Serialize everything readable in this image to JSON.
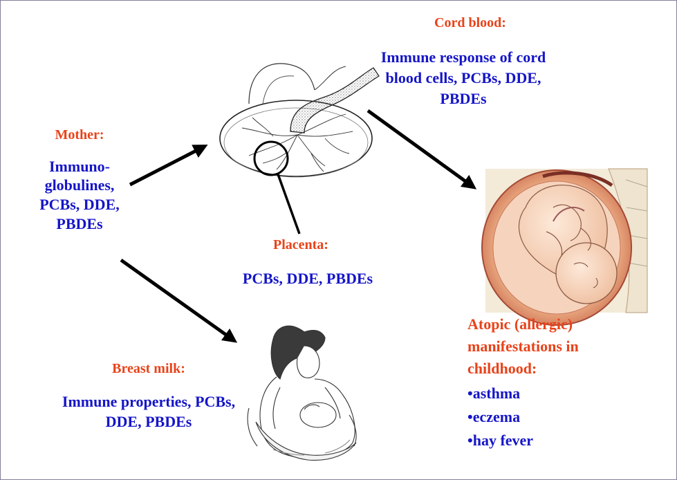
{
  "colors": {
    "heading": "#e8431a",
    "body": "#1515c8",
    "arrow": "#000000",
    "frame": "#7f7f9a"
  },
  "icons": [
    "placenta-illustration",
    "fetus-in-womb-illustration",
    "breastfeeding-mother-illustration"
  ],
  "cord_blood": {
    "heading": "Cord blood:",
    "line1": "Immune response of cord",
    "line2": "blood cells, PCBs, DDE,",
    "line3": "PBDEs"
  },
  "mother": {
    "heading": "Mother:",
    "line1": "Immuno-",
    "line2": "globulines,",
    "line3": "PCBs, DDE,",
    "line4": "PBDEs"
  },
  "placenta": {
    "heading": "Placenta:",
    "body": "PCBs, DDE, PBDEs"
  },
  "breast_milk": {
    "heading": "Breast milk:",
    "line1": "Immune properties, PCBs,",
    "line2": "DDE, PBDEs"
  },
  "atopic": {
    "line1": "Atopic (allergic)",
    "line2": "manifestations in",
    "line3": "childhood:",
    "items": [
      "•asthma",
      "•eczema",
      "•hay fever"
    ]
  }
}
